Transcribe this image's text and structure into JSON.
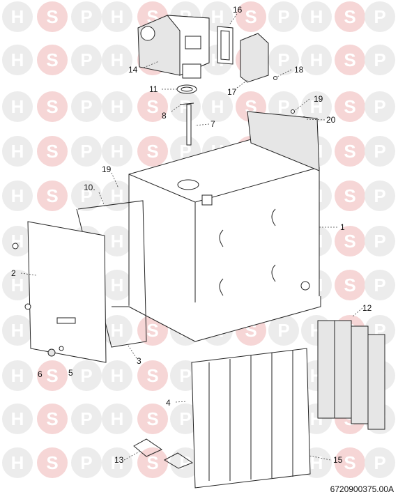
{
  "watermark": {
    "letters": [
      "H",
      "S",
      "P"
    ],
    "colors": {
      "light": "#ececec",
      "accent": "#f6d6d6",
      "text": "#ffffff"
    }
  },
  "labels": {
    "p1": "1",
    "p2": "2",
    "p3": "3",
    "p4": "4",
    "p5": "5",
    "p6": "6",
    "p7": "7",
    "p8": "8",
    "p10": "10.",
    "p11": "11",
    "p12": "12",
    "p13": "13",
    "p14": "14",
    "p15": "15",
    "p16": "16",
    "p17": "17",
    "p18": "18",
    "p19a": "19",
    "p19b": "19",
    "p20": "20"
  },
  "reference": "6720900375.00A"
}
